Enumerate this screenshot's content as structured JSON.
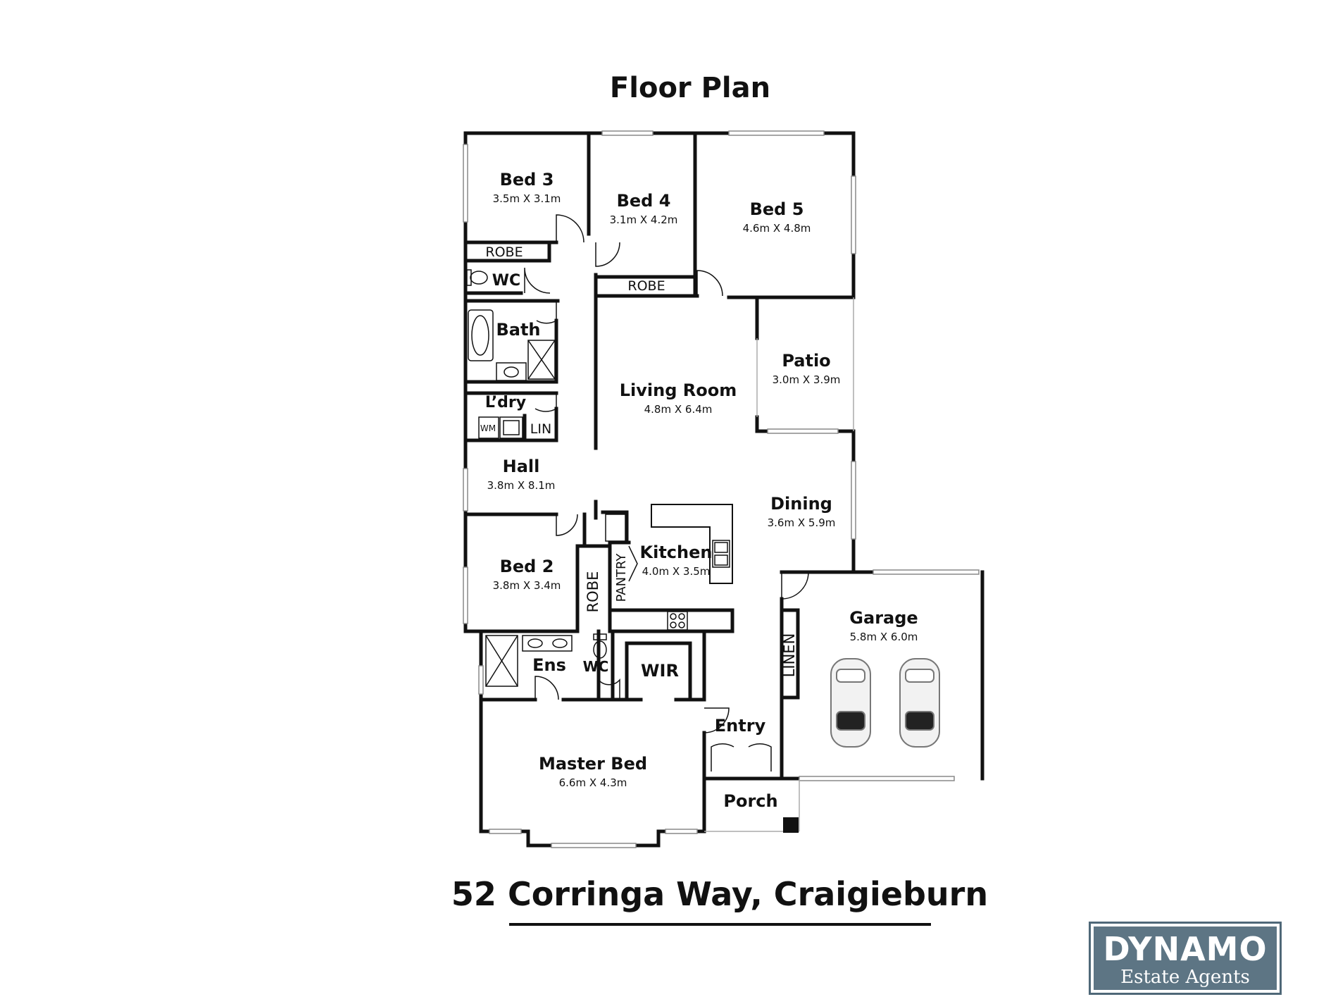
{
  "title": "Floor Plan",
  "address": "52 Corringa Way, Craigieburn",
  "brand": {
    "name": "DYNAMO",
    "tagline": "Estate Agents",
    "color": "#5d7584"
  },
  "rooms": {
    "bed3": {
      "name": "Bed 3",
      "dims": "3.5m X 3.1m"
    },
    "bed4": {
      "name": "Bed 4",
      "dims": "3.1m X 4.2m"
    },
    "bed5": {
      "name": "Bed 5",
      "dims": "4.6m X 4.8m"
    },
    "robe3": {
      "name": "ROBE"
    },
    "robe4": {
      "name": "ROBE"
    },
    "wc1": {
      "name": "WC"
    },
    "bath": {
      "name": "Bath"
    },
    "laundry": {
      "name": "L’dry"
    },
    "wm": {
      "name": "WM"
    },
    "lin": {
      "name": "LIN"
    },
    "hall": {
      "name": "Hall",
      "dims": "3.8m X 8.1m"
    },
    "living": {
      "name": "Living Room",
      "dims": "4.8m X 6.4m"
    },
    "patio": {
      "name": "Patio",
      "dims": "3.0m X 3.9m"
    },
    "dining": {
      "name": "Dining",
      "dims": "3.6m X 5.9m"
    },
    "kitchen": {
      "name": "Kitchen",
      "dims": "4.0m X 3.5m"
    },
    "pantry": {
      "name": "PANTRY"
    },
    "robe2": {
      "name": "ROBE"
    },
    "bed2": {
      "name": "Bed 2",
      "dims": "3.8m X 3.4m"
    },
    "ens": {
      "name": "Ens"
    },
    "wc2": {
      "name": "WC"
    },
    "wir": {
      "name": "WIR"
    },
    "garage": {
      "name": "Garage",
      "dims": "5.8m X 6.0m"
    },
    "linen": {
      "name": "LINEN"
    },
    "entry": {
      "name": "Entry"
    },
    "master": {
      "name": "Master Bed",
      "dims": "6.6m X 4.3m"
    },
    "porch": {
      "name": "Porch"
    }
  },
  "icons": [
    "toilet-icon",
    "bathtub-icon",
    "shower-icon",
    "basin-icon",
    "sink-icon",
    "cooktop-icon",
    "car-icon"
  ]
}
